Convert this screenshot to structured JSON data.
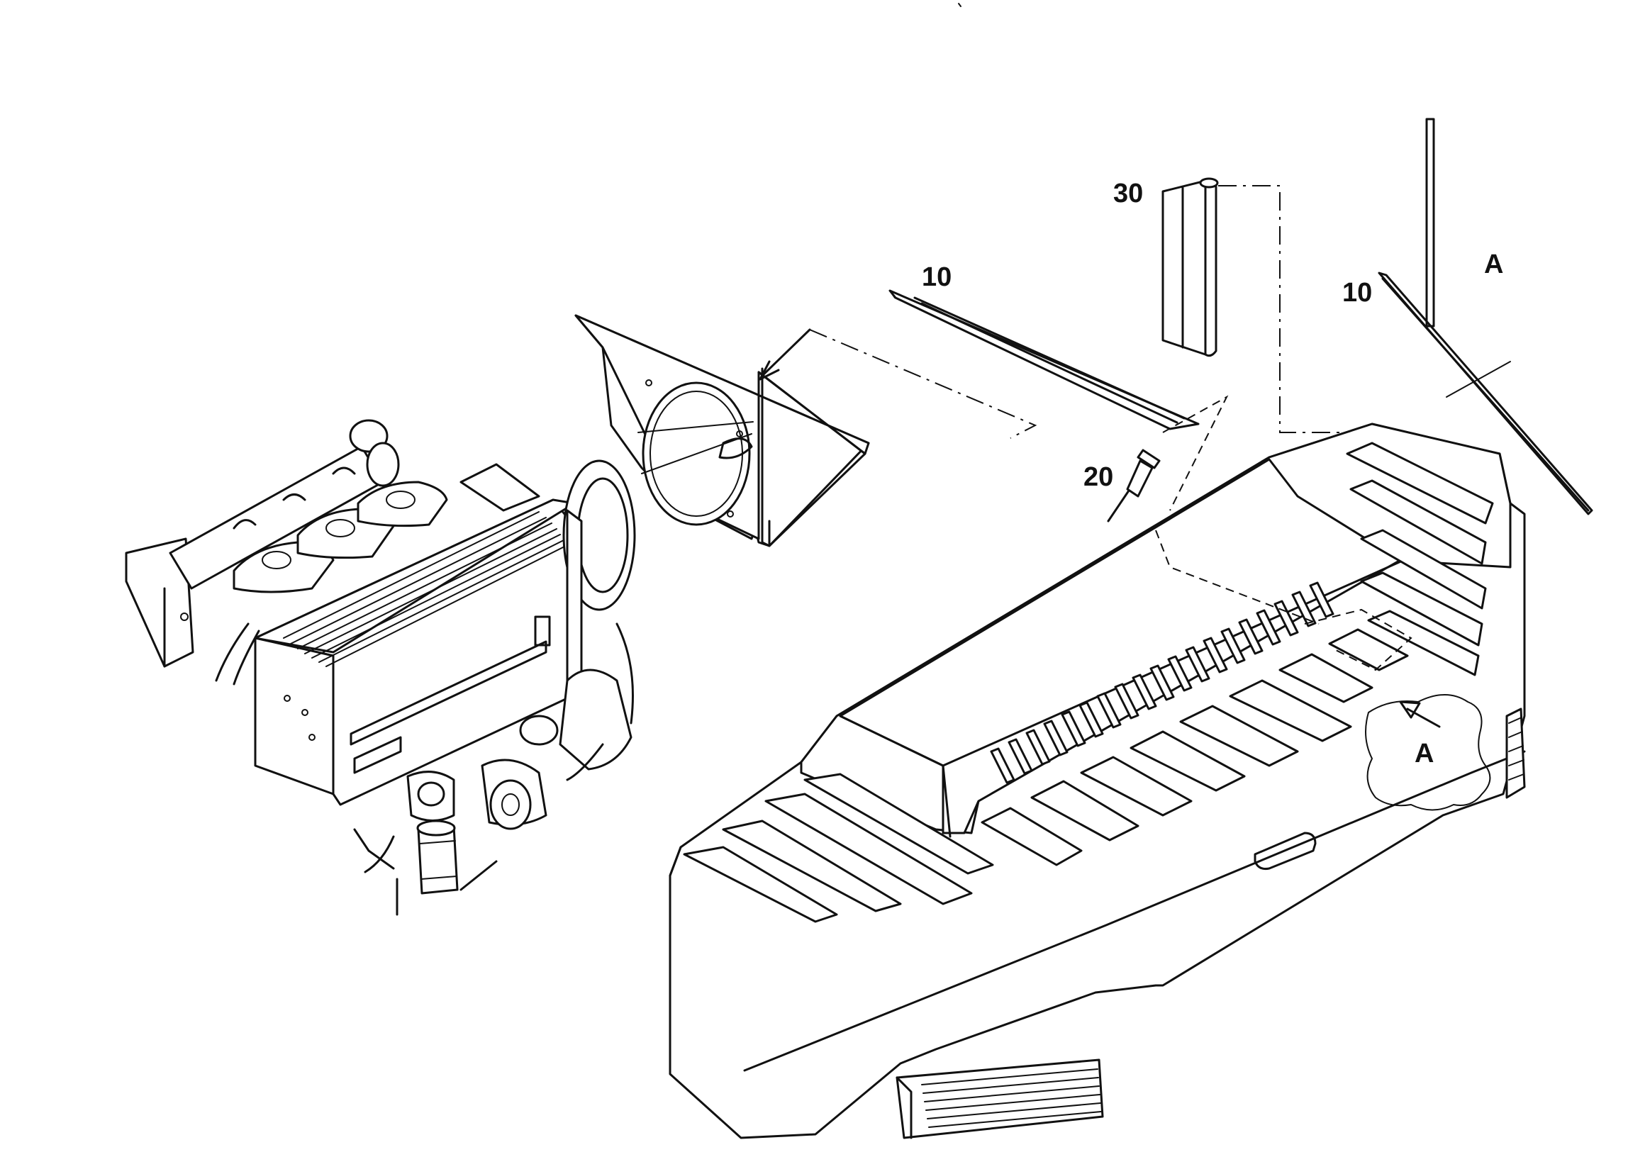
{
  "labels": {
    "callout_10_gasket": "10",
    "callout_30_strip": "30",
    "callout_20_rivet": "20",
    "callout_10_profile": "10",
    "detail_a_title": "A",
    "detail_a_ref": "A"
  }
}
